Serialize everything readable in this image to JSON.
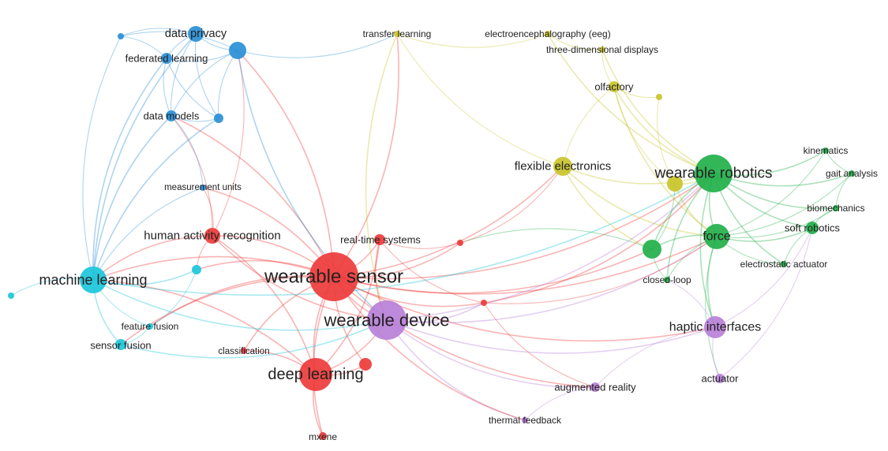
{
  "clusters": {
    "red": "#ee3b3b",
    "blue": "#2a8fd6",
    "cyan": "#1cc6db",
    "yellow": "#c9c42a",
    "green": "#22b04a",
    "purple": "#b880d8"
  },
  "nodes": [
    {
      "id": "wearable-sensor",
      "label": "wearable sensor",
      "cluster": "red"
    },
    {
      "id": "deep-learning",
      "label": "deep learning",
      "cluster": "red"
    },
    {
      "id": "human-activity-recognition",
      "label": "human activity recognition",
      "cluster": "red"
    },
    {
      "id": "real-time-systems",
      "label": "real-time systems",
      "cluster": "red"
    },
    {
      "id": "classification",
      "label": "classification",
      "cluster": "red"
    },
    {
      "id": "mxene",
      "label": "mxene",
      "cluster": "red"
    },
    {
      "id": "red-a",
      "label": "",
      "cluster": "red"
    },
    {
      "id": "red-b",
      "label": "",
      "cluster": "red"
    },
    {
      "id": "red-c",
      "label": "",
      "cluster": "red"
    },
    {
      "id": "data-privacy",
      "label": "data privacy",
      "cluster": "blue"
    },
    {
      "id": "federated-learning",
      "label": "federated learning",
      "cluster": "blue"
    },
    {
      "id": "data-models",
      "label": "data models",
      "cluster": "blue"
    },
    {
      "id": "measurement-units",
      "label": "measurement units",
      "cluster": "blue"
    },
    {
      "id": "blue-a",
      "label": "",
      "cluster": "blue"
    },
    {
      "id": "blue-b",
      "label": "",
      "cluster": "blue"
    },
    {
      "id": "blue-c",
      "label": "",
      "cluster": "blue"
    },
    {
      "id": "machine-learning",
      "label": "machine learning",
      "cluster": "cyan"
    },
    {
      "id": "feature-fusion",
      "label": "feature fusion",
      "cluster": "cyan"
    },
    {
      "id": "sensor-fusion",
      "label": "sensor fusion",
      "cluster": "cyan"
    },
    {
      "id": "cyan-a",
      "label": "",
      "cluster": "cyan"
    },
    {
      "id": "cyan-b",
      "label": "",
      "cluster": "cyan"
    },
    {
      "id": "transfer-learning",
      "label": "transfer learning",
      "cluster": "yellow"
    },
    {
      "id": "eeg",
      "label": "electroencephalography (eeg)",
      "cluster": "yellow"
    },
    {
      "id": "three-d-displays",
      "label": "three-dimensional displays",
      "cluster": "yellow"
    },
    {
      "id": "olfactory",
      "label": "olfactory",
      "cluster": "yellow"
    },
    {
      "id": "flexible-electronics",
      "label": "flexible electronics",
      "cluster": "yellow"
    },
    {
      "id": "yellow-a",
      "label": "",
      "cluster": "yellow"
    },
    {
      "id": "yellow-b",
      "label": "",
      "cluster": "yellow"
    },
    {
      "id": "wearable-robotics",
      "label": "wearable robotics",
      "cluster": "green"
    },
    {
      "id": "force",
      "label": "force",
      "cluster": "green"
    },
    {
      "id": "kinematics",
      "label": "kinematics",
      "cluster": "green"
    },
    {
      "id": "gait-analysis",
      "label": "gait analysis",
      "cluster": "green"
    },
    {
      "id": "biomechanics",
      "label": "biomechanics",
      "cluster": "green"
    },
    {
      "id": "soft-robotics",
      "label": "soft robotics",
      "cluster": "green"
    },
    {
      "id": "electrostatic-actuator",
      "label": "electrostatic actuator",
      "cluster": "green"
    },
    {
      "id": "closed-loop",
      "label": "closed-loop",
      "cluster": "green"
    },
    {
      "id": "green-a",
      "label": "",
      "cluster": "green"
    },
    {
      "id": "wearable-device",
      "label": "wearable device",
      "cluster": "purple"
    },
    {
      "id": "haptic-interfaces",
      "label": "haptic interfaces",
      "cluster": "purple"
    },
    {
      "id": "actuator",
      "label": "actuator",
      "cluster": "purple"
    },
    {
      "id": "augmented-reality",
      "label": "augmented reality",
      "cluster": "purple"
    },
    {
      "id": "thermal-feedback",
      "label": "thermal feedback",
      "cluster": "purple"
    }
  ],
  "edges": [
    [
      "wearable-sensor",
      "wearable-device"
    ],
    [
      "wearable-sensor",
      "deep-learning"
    ],
    [
      "wearable-sensor",
      "human-activity-recognition"
    ],
    [
      "wearable-sensor",
      "real-time-systems"
    ],
    [
      "wearable-sensor",
      "machine-learning"
    ],
    [
      "wearable-sensor",
      "classification"
    ],
    [
      "wearable-sensor",
      "red-a"
    ],
    [
      "wearable-sensor",
      "red-b"
    ],
    [
      "wearable-sensor",
      "red-c"
    ],
    [
      "wearable-sensor",
      "force"
    ],
    [
      "wearable-sensor",
      "flexible-electronics"
    ],
    [
      "wearable-sensor",
      "wearable-robotics"
    ],
    [
      "wearable-sensor",
      "data-models"
    ],
    [
      "wearable-sensor",
      "blue-a"
    ],
    [
      "wearable-sensor",
      "measurement-units"
    ],
    [
      "wearable-sensor",
      "sensor-fusion"
    ],
    [
      "wearable-sensor",
      "feature-fusion"
    ],
    [
      "wearable-sensor",
      "cyan-b"
    ],
    [
      "wearable-sensor",
      "haptic-interfaces"
    ],
    [
      "wearable-sensor",
      "transfer-learning"
    ],
    [
      "wearable-sensor",
      "green-a"
    ],
    [
      "wearable-sensor",
      "mxene"
    ],
    [
      "deep-learning",
      "human-activity-recognition"
    ],
    [
      "deep-learning",
      "machine-learning"
    ],
    [
      "deep-learning",
      "wearable-device"
    ],
    [
      "deep-learning",
      "mxene"
    ],
    [
      "deep-learning",
      "red-a"
    ],
    [
      "deep-learning",
      "classification"
    ],
    [
      "deep-learning",
      "real-time-systems"
    ],
    [
      "human-activity-recognition",
      "machine-learning"
    ],
    [
      "human-activity-recognition",
      "data-models"
    ],
    [
      "human-activity-recognition",
      "blue-a"
    ],
    [
      "human-activity-recognition",
      "wearable-device"
    ],
    [
      "human-activity-recognition",
      "measurement-units"
    ],
    [
      "human-activity-recognition",
      "cyan-b"
    ],
    [
      "real-time-systems",
      "red-b"
    ],
    [
      "real-time-systems",
      "red-c"
    ],
    [
      "real-time-systems",
      "wearable-device"
    ],
    [
      "data-privacy",
      "federated-learning"
    ],
    [
      "data-privacy",
      "blue-a"
    ],
    [
      "data-privacy",
      "blue-c"
    ],
    [
      "data-privacy",
      "data-models"
    ],
    [
      "data-privacy",
      "blue-b"
    ],
    [
      "federated-learning",
      "blue-a"
    ],
    [
      "federated-learning",
      "data-models"
    ],
    [
      "federated-learning",
      "blue-b"
    ],
    [
      "federated-learning",
      "blue-c"
    ],
    [
      "blue-a",
      "data-models"
    ],
    [
      "blue-a",
      "blue-b"
    ],
    [
      "blue-a",
      "blue-c"
    ],
    [
      "blue-a",
      "wearable-device"
    ],
    [
      "blue-a",
      "transfer-learning"
    ],
    [
      "data-models",
      "blue-b"
    ],
    [
      "data-models",
      "machine-learning"
    ],
    [
      "blue-b",
      "machine-learning"
    ],
    [
      "blue-c",
      "machine-learning"
    ],
    [
      "federated-learning",
      "machine-learning"
    ],
    [
      "data-privacy",
      "machine-learning"
    ],
    [
      "measurement-units",
      "data-models"
    ],
    [
      "measurement-units",
      "machine-learning"
    ],
    [
      "machine-learning",
      "cyan-a"
    ],
    [
      "machine-learning",
      "feature-fusion"
    ],
    [
      "machine-learning",
      "sensor-fusion"
    ],
    [
      "machine-learning",
      "cyan-b"
    ],
    [
      "machine-learning",
      "wearable-device"
    ],
    [
      "machine-learning",
      "wearable-robotics"
    ],
    [
      "sensor-fusion",
      "feature-fusion"
    ],
    [
      "sensor-fusion",
      "wearable-device"
    ],
    [
      "feature-fusion",
      "cyan-b"
    ],
    [
      "transfer-learning",
      "flexible-electronics"
    ],
    [
      "transfer-learning",
      "eeg"
    ],
    [
      "transfer-learning",
      "wearable-device"
    ],
    [
      "eeg",
      "three-d-displays"
    ],
    [
      "three-d-displays",
      "olfactory"
    ],
    [
      "olfactory",
      "yellow-a"
    ],
    [
      "olfactory",
      "yellow-b"
    ],
    [
      "olfactory",
      "wearable-robotics"
    ],
    [
      "olfactory",
      "flexible-electronics"
    ],
    [
      "olfactory",
      "force"
    ],
    [
      "yellow-b",
      "yellow-a"
    ],
    [
      "flexible-electronics",
      "wearable-robotics"
    ],
    [
      "flexible-electronics",
      "force"
    ],
    [
      "flexible-electronics",
      "green-a"
    ],
    [
      "yellow-a",
      "force"
    ],
    [
      "yellow-a",
      "wearable-robotics"
    ],
    [
      "eeg",
      "wearable-robotics"
    ],
    [
      "three-d-displays",
      "wearable-robotics"
    ],
    [
      "wearable-robotics",
      "force"
    ],
    [
      "wearable-robotics",
      "kinematics"
    ],
    [
      "wearable-robotics",
      "gait-analysis"
    ],
    [
      "wearable-robotics",
      "biomechanics"
    ],
    [
      "wearable-robotics",
      "soft-robotics"
    ],
    [
      "wearable-robotics",
      "green-a"
    ],
    [
      "wearable-robotics",
      "electrostatic-actuator"
    ],
    [
      "wearable-robotics",
      "closed-loop"
    ],
    [
      "wearable-robotics",
      "haptic-interfaces"
    ],
    [
      "force",
      "soft-robotics"
    ],
    [
      "force",
      "kinematics"
    ],
    [
      "force",
      "gait-analysis"
    ],
    [
      "force",
      "biomechanics"
    ],
    [
      "force",
      "green-a"
    ],
    [
      "force",
      "electrostatic-actuator"
    ],
    [
      "force",
      "closed-loop"
    ],
    [
      "force",
      "haptic-interfaces"
    ],
    [
      "force",
      "actuator"
    ],
    [
      "kinematics",
      "gait-analysis"
    ],
    [
      "gait-analysis",
      "biomechanics"
    ],
    [
      "biomechanics",
      "soft-robotics"
    ],
    [
      "soft-robotics",
      "electrostatic-actuator"
    ],
    [
      "green-a",
      "closed-loop"
    ],
    [
      "green-a",
      "yellow-a"
    ],
    [
      "green-a",
      "red-b"
    ],
    [
      "wearable-device",
      "haptic-interfaces"
    ],
    [
      "wearable-device",
      "augmented-reality"
    ],
    [
      "wearable-device",
      "thermal-feedback"
    ],
    [
      "wearable-device",
      "red-c"
    ],
    [
      "wearable-device",
      "force"
    ],
    [
      "wearable-device",
      "wearable-robotics"
    ],
    [
      "haptic-interfaces",
      "actuator"
    ],
    [
      "haptic-interfaces",
      "augmented-reality"
    ],
    [
      "haptic-interfaces",
      "soft-robotics"
    ],
    [
      "augmented-reality",
      "thermal-feedback"
    ],
    [
      "red-c",
      "augmented-reality"
    ],
    [
      "red-b",
      "flexible-electronics"
    ],
    [
      "red-c",
      "force"
    ],
    [
      "red-c",
      "wearable-robotics"
    ],
    [
      "actuator",
      "soft-robotics"
    ],
    [
      "haptic-interfaces",
      "closed-loop"
    ],
    [
      "wearable-sensor",
      "augmented-reality"
    ],
    [
      "wearable-sensor",
      "thermal-feedback"
    ]
  ]
}
